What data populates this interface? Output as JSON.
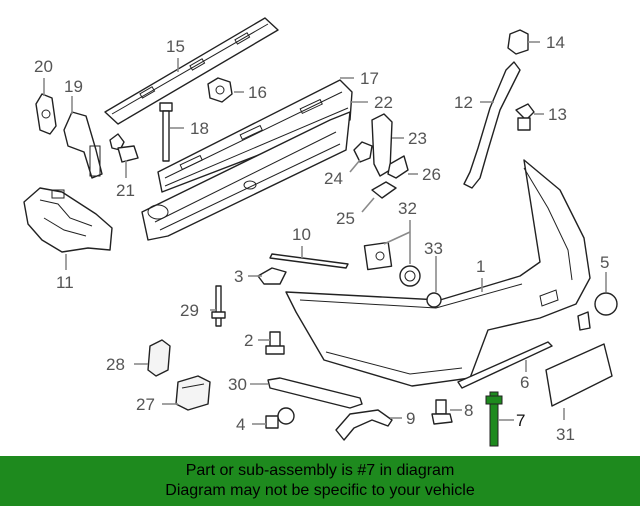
{
  "callouts": {
    "c1": "1",
    "c2": "2",
    "c3": "3",
    "c4": "4",
    "c5": "5",
    "c6": "6",
    "c7": "7",
    "c8": "8",
    "c9": "9",
    "c10": "10",
    "c11": "11",
    "c12": "12",
    "c13": "13",
    "c14": "14",
    "c15": "15",
    "c16": "16",
    "c17": "17",
    "c18": "18",
    "c19": "19",
    "c20": "20",
    "c21": "21",
    "c22": "22",
    "c23": "23",
    "c24": "24",
    "c25": "25",
    "c26": "26",
    "c27": "27",
    "c28": "28",
    "c29": "29",
    "c30": "30",
    "c31": "31",
    "c32": "32",
    "c33": "33"
  },
  "highlight": {
    "part_number": "7",
    "color": "#1e8a1e"
  },
  "banner": {
    "line1": "Part or sub-assembly is #7 in diagram",
    "line2": "Diagram may not be specific to your vehicle",
    "background": "#1e8a1e"
  }
}
